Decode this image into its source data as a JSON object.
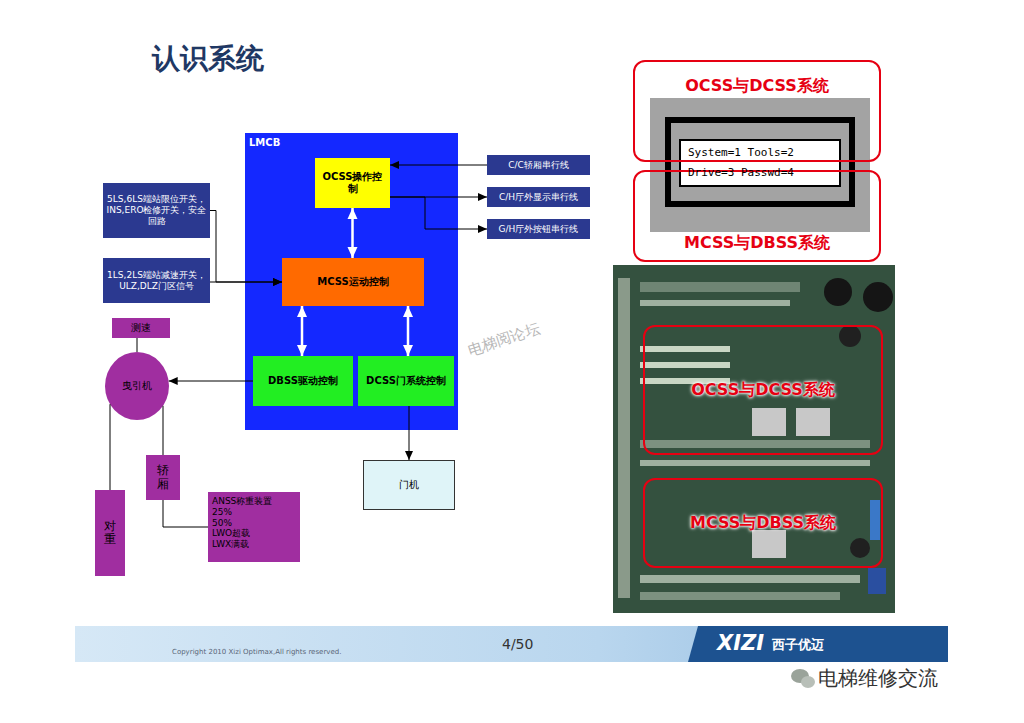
{
  "diagram": {
    "title": "认识系统",
    "nodes": [
      {
        "text": [
          "LMCB"
        ]
      },
      {
        "text": [
          "OCSS操作控制"
        ],
        "in": 0
      },
      {
        "text": [
          "MCSS运动控制"
        ],
        "in": 0
      },
      {
        "text": [
          "DBSS驱动控制"
        ],
        "in": 0
      },
      {
        "text": [
          "DCSS门系统控制"
        ],
        "in": 0
      },
      {
        "text": [
          "C/C轿厢串行线"
        ]
      },
      {
        "text": [
          "C/H厅外显示串行线"
        ]
      },
      {
        "text": [
          "G/H厅外按钮串行线"
        ]
      },
      {
        "text": [
          "5LS,6LS端站限位开关，INS,ERO检修开关，安全回路"
        ]
      },
      {
        "text": [
          "1LS,2LS端站减速开关，ULZ,DLZ门区信号"
        ]
      },
      {
        "text": [
          "门机"
        ]
      },
      {
        "text": [
          "测速"
        ]
      },
      {
        "text": [
          "曳引机"
        ]
      },
      {
        "text": [
          "轿厢"
        ]
      },
      {
        "text": [
          "对重"
        ]
      },
      {
        "text": [
          "ANSS称重装置",
          "25%",
          "50%",
          "LWO超载",
          "LWX满载"
        ]
      },
      {
        "text": [
          "OCSS与DCSS系统"
        ]
      },
      {
        "text": [
          "MCSS与DBSS系统"
        ]
      },
      {
        "text": [
          "OCSS与DCSS系统"
        ]
      },
      {
        "text": [
          "MCSS与DBSS系统"
        ]
      }
    ],
    "edges": [
      {
        "from": 5,
        "to": 1,
        "arrow": "to"
      },
      {
        "from": 1,
        "to": 6,
        "arrow": "to"
      },
      {
        "from": 1,
        "to": 7,
        "arrow": "to"
      },
      {
        "from": 1,
        "to": 2,
        "arrow": "both"
      },
      {
        "from": 2,
        "to": 3,
        "arrow": "both"
      },
      {
        "from": 2,
        "to": 4,
        "arrow": "both"
      },
      {
        "from": 8,
        "to": 2,
        "arrow": "to"
      },
      {
        "from": 9,
        "to": 2,
        "arrow": "to"
      },
      {
        "from": 3,
        "to": 12,
        "arrow": "to"
      },
      {
        "from": 4,
        "to": 10,
        "arrow": "to"
      },
      {
        "from": 12,
        "to": 11,
        "arrow": "none"
      },
      {
        "from": 12,
        "to": 14,
        "arrow": "none"
      },
      {
        "from": 12,
        "to": 13,
        "arrow": "none"
      },
      {
        "from": 13,
        "to": 15,
        "arrow": "none"
      }
    ],
    "labels": [
      "System=1 Tools=2",
      "Drive=3 Passwd=4",
      "电梯阅论坛",
      "Copyright 2010 Xizi Optimax,All rights reserved.",
      "4/50",
      "XIZI",
      "西子优迈",
      "电梯维修交流"
    ]
  }
}
